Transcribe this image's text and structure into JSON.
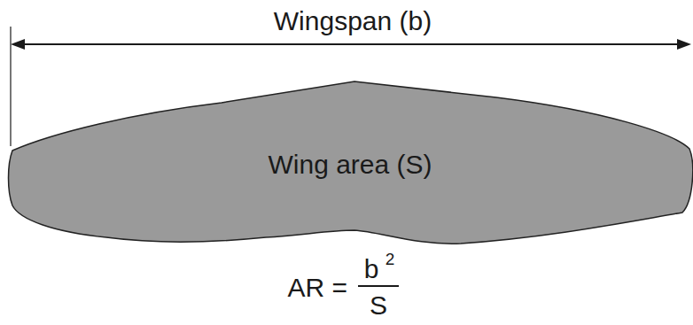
{
  "diagram": {
    "nodes": [
      {
        "text": [
          "Wing area (S)"
        ]
      }
    ],
    "labels": [
      "Wingspan (b)",
      "AR =",
      "b",
      "2",
      "S"
    ]
  }
}
